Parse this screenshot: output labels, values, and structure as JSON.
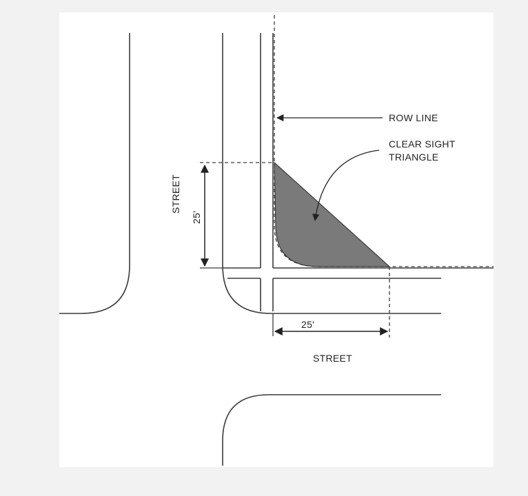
{
  "labels": {
    "row_line": "ROW LINE",
    "clear_sight_line1": "CLEAR SIGHT",
    "clear_sight_line2": "TRIANGLE",
    "street_vertical": "STREET",
    "street_horizontal": "STREET",
    "dim_vertical": "25'",
    "dim_horizontal": "25'"
  },
  "colors": {
    "background": "#f2f2f2",
    "paper": "#ffffff",
    "line": "#3a3a3a",
    "triangle_fill": "#7a7a7a"
  }
}
